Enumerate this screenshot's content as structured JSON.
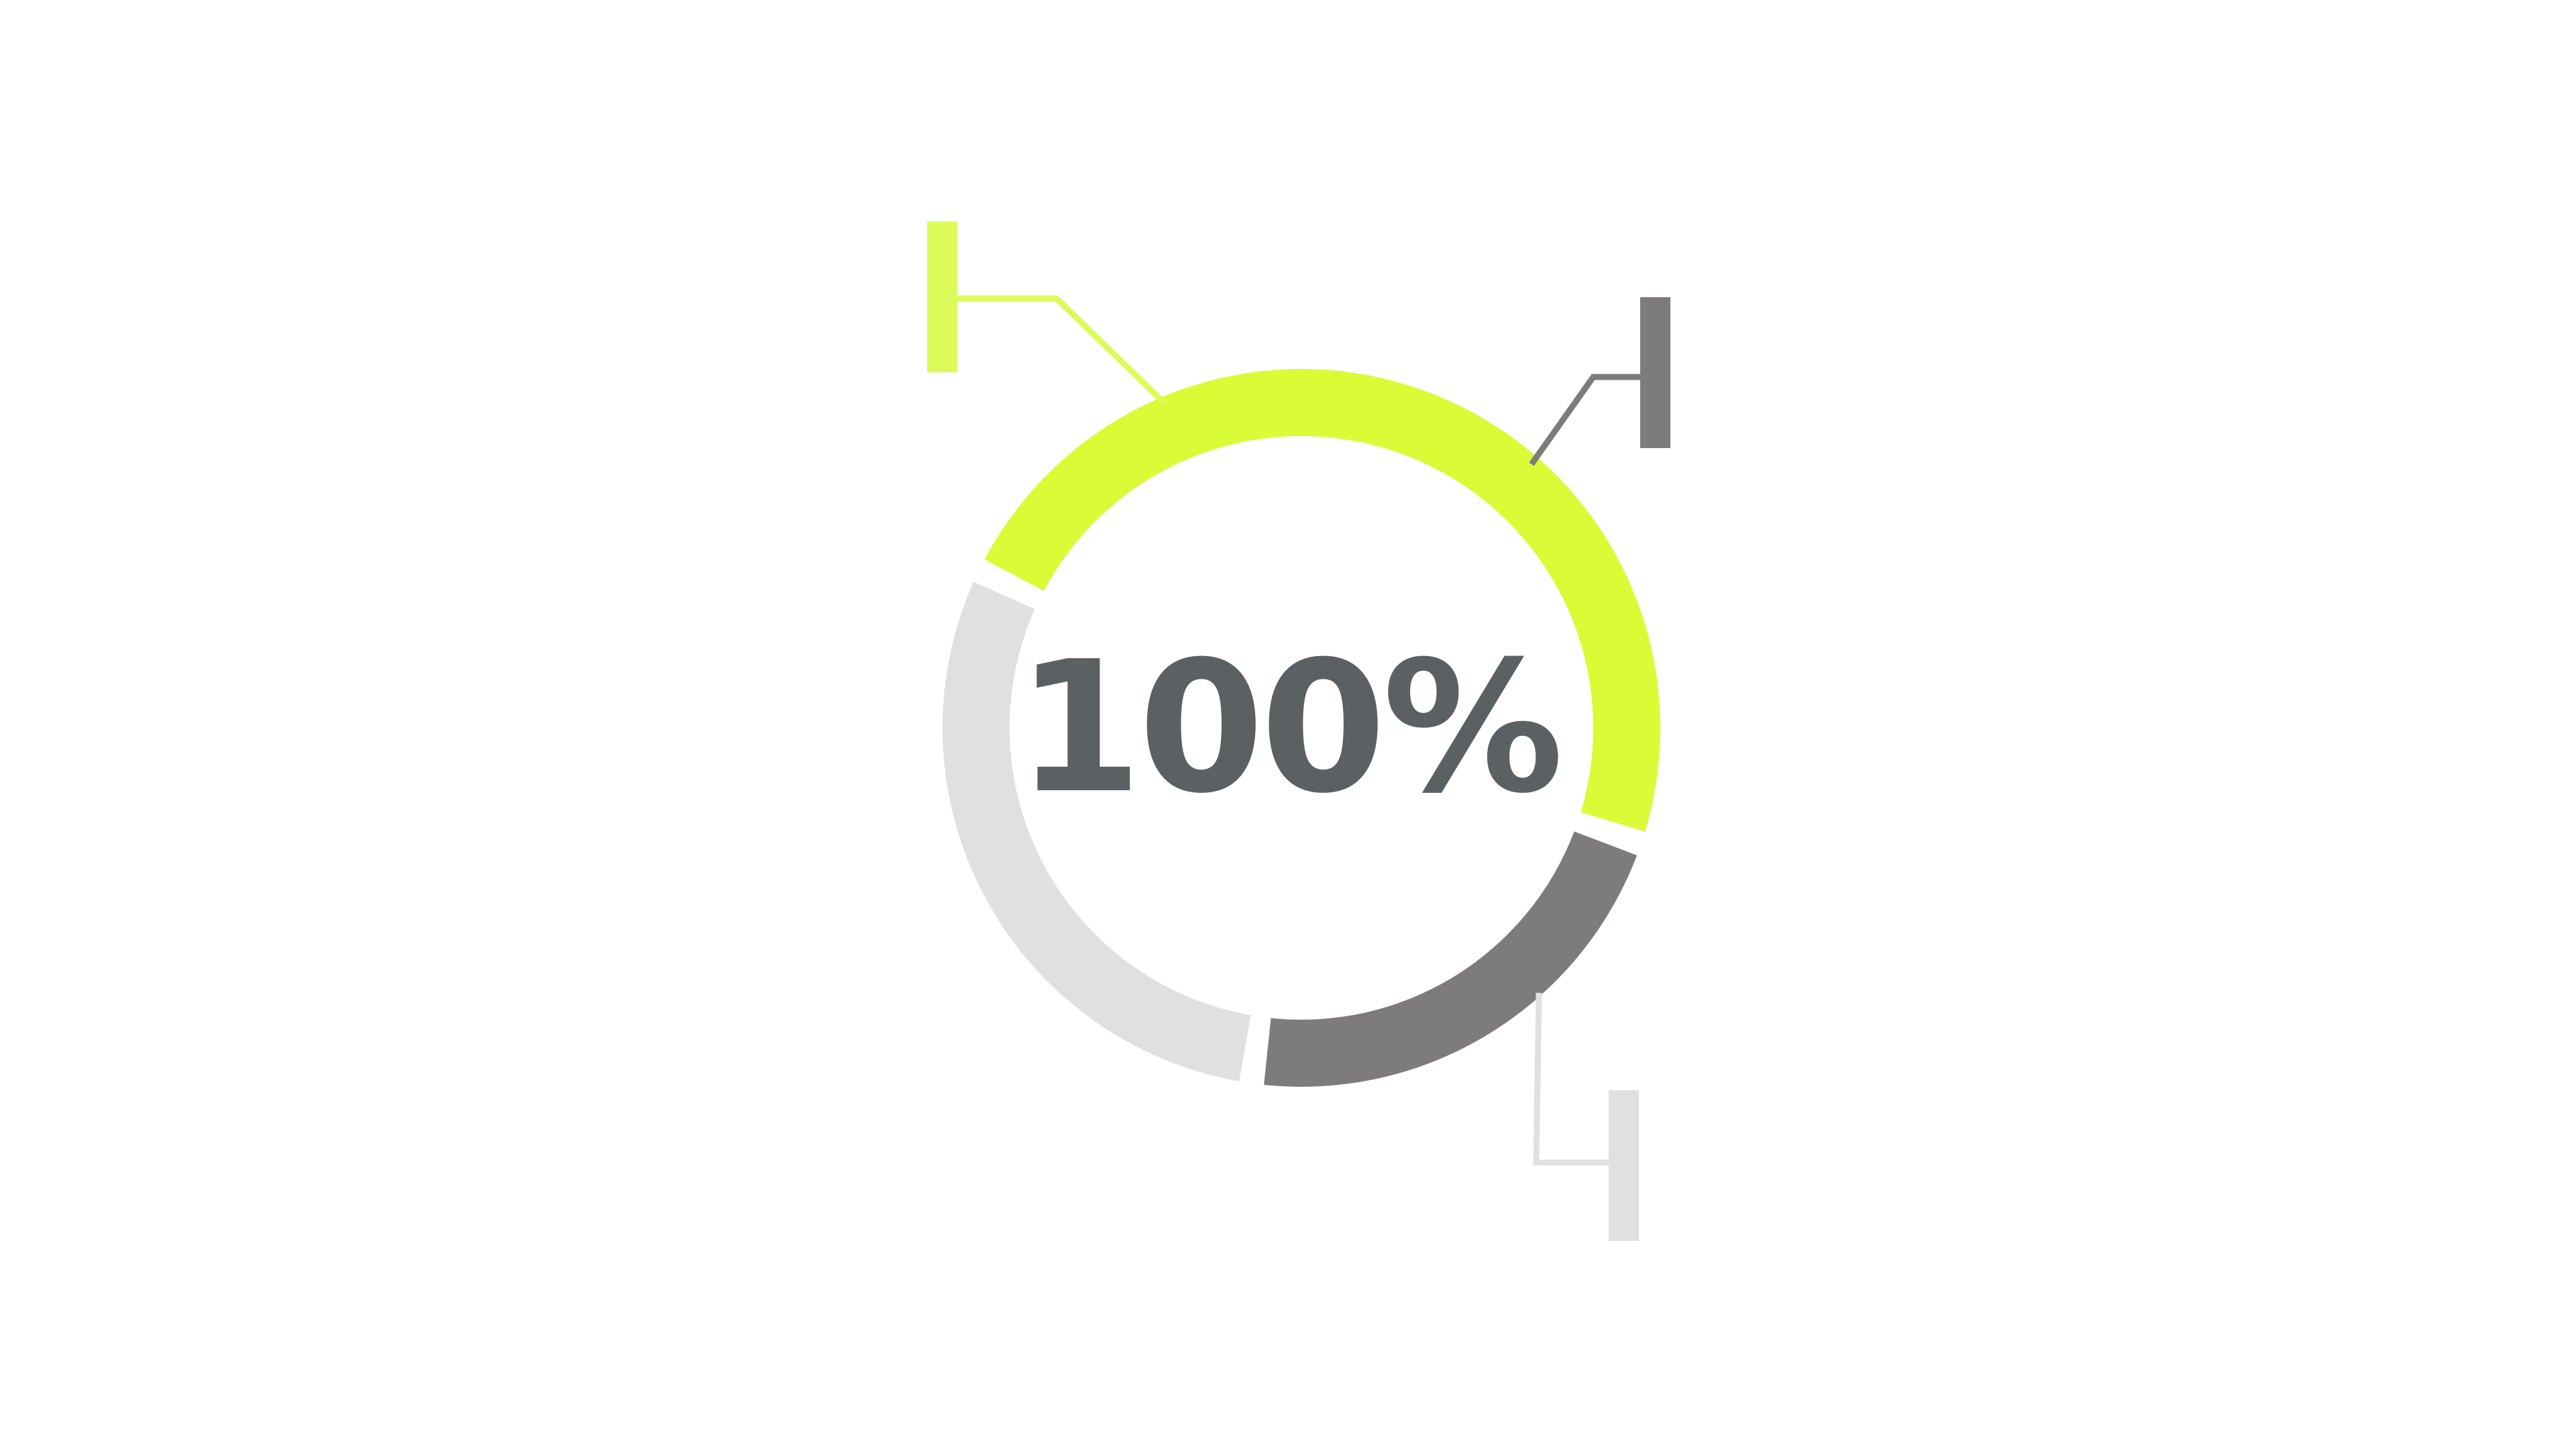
{
  "chart_data": {
    "type": "donut",
    "title": "",
    "center_label": "100%",
    "segments": [
      {
        "name": "",
        "value": 48,
        "color": "#d9fc36"
      },
      {
        "name": "",
        "value": 22,
        "color": "#7e7b7b"
      },
      {
        "name": "",
        "value": 30,
        "color": "#e0e0e0"
      }
    ],
    "legend": "none",
    "grid": false
  },
  "colors": {
    "background": "#ffffff",
    "center_text": "#5b6163",
    "callout_green": "#dcfb5a",
    "callout_gray": "#7e7b7b",
    "callout_light": "#e0e0e0"
  }
}
